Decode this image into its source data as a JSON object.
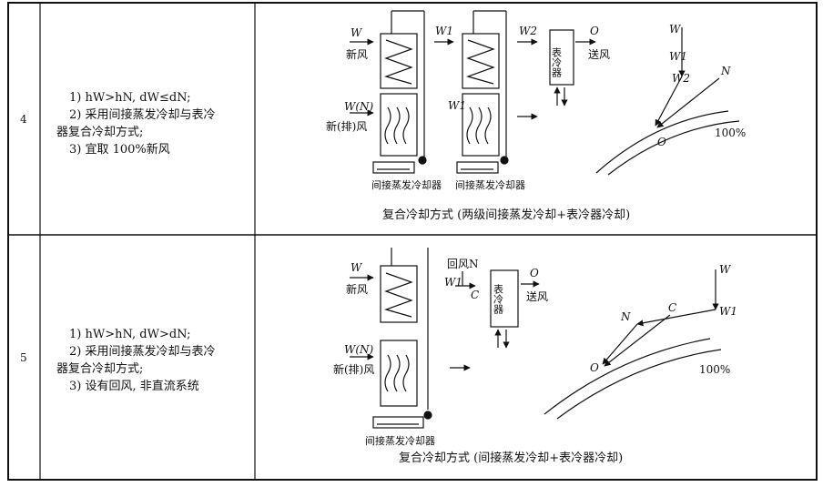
{
  "rows": [
    {
      "number": "4",
      "conditions": [
        "1) hW>hN, dW≤dN;",
        "2) 采用间接蒸发冷却与表冷",
        "器复合冷却方式;",
        "3) 宜取 100%新风"
      ],
      "diagram": {
        "caption": "复合冷却方式 (两级间接蒸发冷却+表冷器冷却)",
        "labels": {
          "w_in": "W",
          "fresh_air": "新风",
          "wn": "W(N)",
          "exhaust": "新(排)风",
          "w1": "W1",
          "w1b": "W1",
          "w2": "W2",
          "coil": "表冷器",
          "o": "O",
          "supply": "送风",
          "cooler1": "间接蒸发冷却器",
          "cooler2": "间接蒸发冷却器",
          "chart_w": "W",
          "chart_w1": "W1",
          "chart_w2": "W2",
          "chart_n": "N",
          "chart_o": "O",
          "chart_pct": "100%"
        }
      }
    },
    {
      "number": "5",
      "conditions": [
        "1) hW>hN, dW>dN;",
        "2) 采用间接蒸发冷却与表冷",
        "器复合冷却方式;",
        "3) 设有回风, 非直流系统"
      ],
      "diagram": {
        "caption": "复合冷却方式 (间接蒸发冷却+表冷器冷却)",
        "labels": {
          "w_in": "W",
          "fresh_air": "新风",
          "wn": "W(N)",
          "exhaust": "新(排)风",
          "return_air": "回风N",
          "w1": "W1",
          "c": "C",
          "coil": "表冷器",
          "o": "O",
          "supply": "送风",
          "cooler": "间接蒸发冷却器",
          "chart_w": "W",
          "chart_w1": "W1",
          "chart_n": "N",
          "chart_c": "C",
          "chart_o": "O",
          "chart_pct": "100%"
        }
      }
    }
  ]
}
